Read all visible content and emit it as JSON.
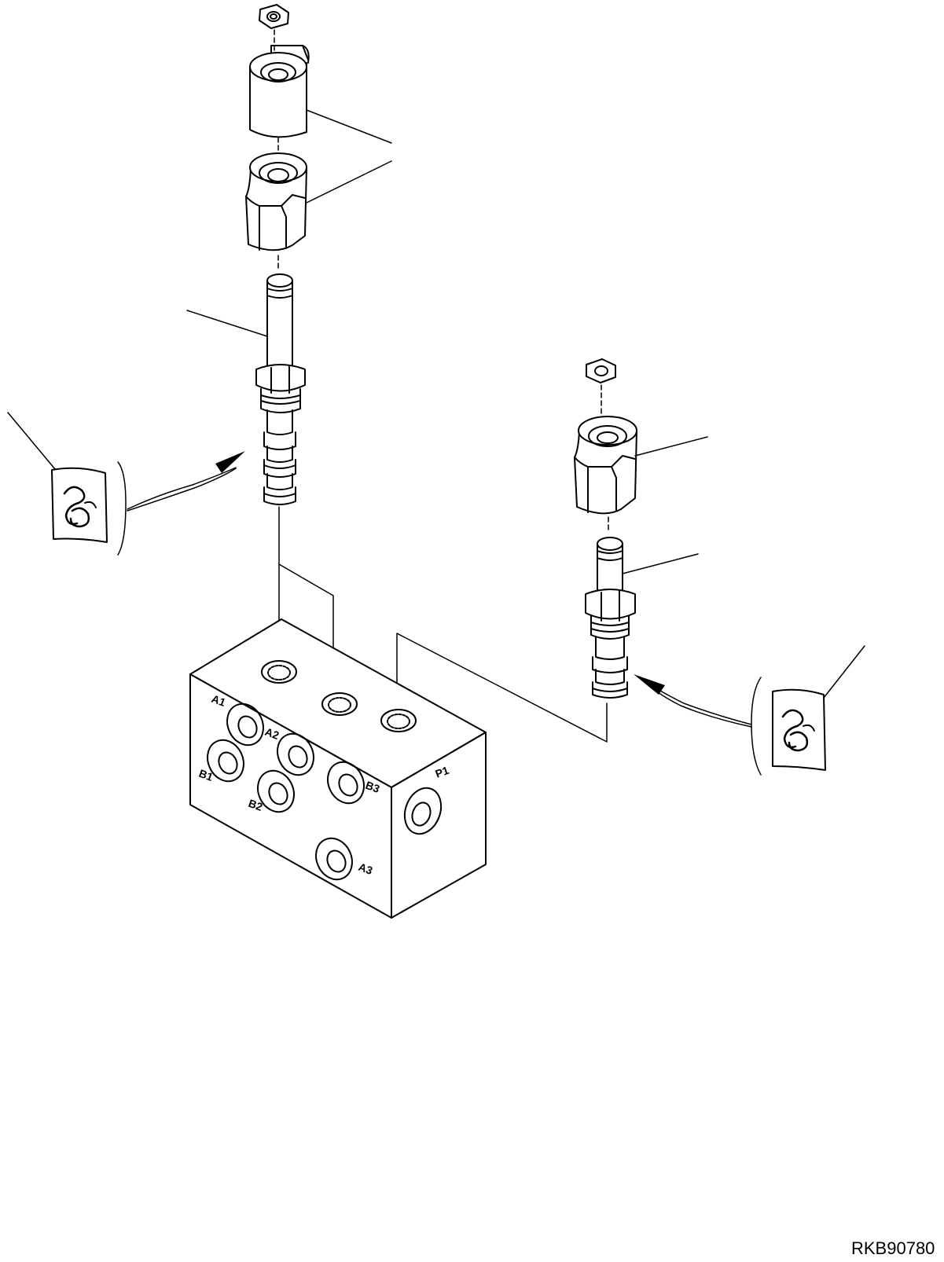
{
  "diagram": {
    "drawing_id": "RKB90780",
    "ports": {
      "a1": "A1",
      "a2": "A2",
      "a3": "A3",
      "b1": "B1",
      "b2": "B2",
      "b3": "B3",
      "p1": "P1"
    },
    "icons": {
      "sealant_left": "sealant-tube-icon",
      "sealant_right": "sealant-tube-icon"
    },
    "colors": {
      "line": "#000000",
      "background": "#ffffff"
    }
  }
}
